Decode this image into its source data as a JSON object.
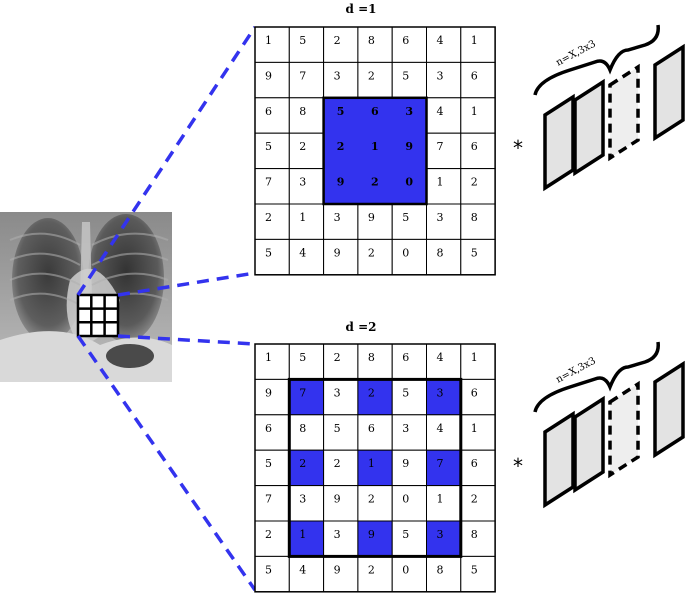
{
  "panels": [
    {
      "title": "d =1",
      "grid": [
        [
          "1",
          "5",
          "2",
          "8",
          "6",
          "4",
          "1"
        ],
        [
          "9",
          "7",
          "3",
          "2",
          "5",
          "3",
          "6"
        ],
        [
          "6",
          "8",
          "5",
          "6",
          "3",
          "4",
          "1"
        ],
        [
          "5",
          "2",
          "2",
          "1",
          "9",
          "7",
          "6"
        ],
        [
          "7",
          "3",
          "9",
          "2",
          "0",
          "1",
          "2"
        ],
        [
          "2",
          "1",
          "3",
          "9",
          "5",
          "3",
          "8"
        ],
        [
          "5",
          "4",
          "9",
          "2",
          "0",
          "8",
          "5"
        ]
      ],
      "highlight_mode": "block",
      "highlight_cells": [
        [
          2,
          2
        ],
        [
          2,
          3
        ],
        [
          2,
          4
        ],
        [
          3,
          2
        ],
        [
          3,
          3
        ],
        [
          3,
          4
        ],
        [
          4,
          2
        ],
        [
          4,
          3
        ],
        [
          4,
          4
        ]
      ],
      "operator": "*",
      "kernel_label": "n=X,3x3"
    },
    {
      "title": "d =2",
      "grid": [
        [
          "1",
          "5",
          "2",
          "8",
          "6",
          "4",
          "1"
        ],
        [
          "9",
          "7",
          "3",
          "2",
          "5",
          "3",
          "6"
        ],
        [
          "6",
          "8",
          "5",
          "6",
          "3",
          "4",
          "1"
        ],
        [
          "5",
          "2",
          "2",
          "1",
          "9",
          "7",
          "6"
        ],
        [
          "7",
          "3",
          "9",
          "2",
          "0",
          "1",
          "2"
        ],
        [
          "2",
          "1",
          "3",
          "9",
          "5",
          "3",
          "8"
        ],
        [
          "5",
          "4",
          "9",
          "2",
          "0",
          "8",
          "5"
        ]
      ],
      "highlight_mode": "dilated",
      "highlight_cells": [
        [
          1,
          1
        ],
        [
          1,
          3
        ],
        [
          1,
          5
        ],
        [
          3,
          1
        ],
        [
          3,
          3
        ],
        [
          3,
          5
        ],
        [
          5,
          1
        ],
        [
          5,
          3
        ],
        [
          5,
          5
        ]
      ],
      "operator": "*",
      "kernel_label": "n=X,3x3"
    }
  ],
  "colors": {
    "highlight": "#3333ee",
    "connector": "#3333ee",
    "kernel_fill": "#e3e3e3"
  },
  "xray": {
    "description_icon": "chest-xray-image",
    "overlay_grid": "3x3"
  }
}
